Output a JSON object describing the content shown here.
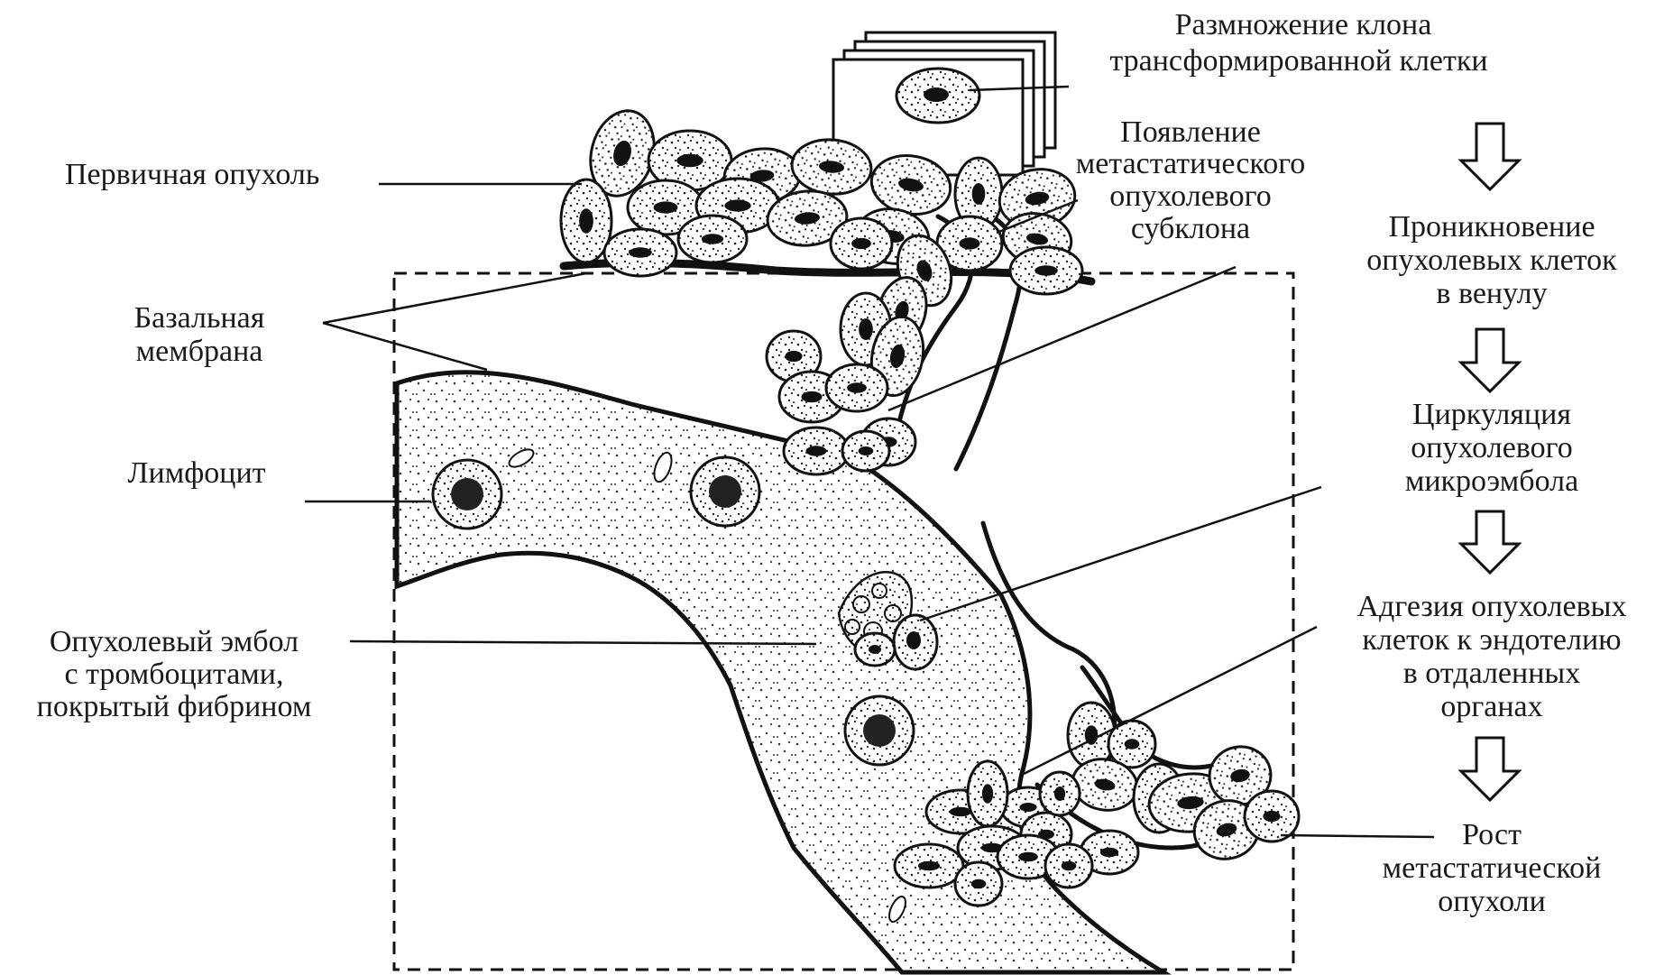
{
  "labels": {
    "clone_line1": "Размножение клона",
    "clone_line2": "трансформированной клетки",
    "primary_tumor": "Первичная опухоль",
    "subclone_line1": "Появление",
    "subclone_line2": "метастатического",
    "subclone_line3": "опухолевого",
    "subclone_line4": "субклона",
    "basement_line1": "Базальная",
    "basement_line2": "мембрана",
    "lymphocyte": "Лимфоцит",
    "embolus_line1": "Опухолевый эмбол",
    "embolus_line2": "с тромбоцитами,",
    "embolus_line3": "покрытый фибрином"
  },
  "stages": [
    {
      "lines": [
        "Проникновение",
        "опухолевых клеток",
        "в венулу"
      ]
    },
    {
      "lines": [
        "Циркуляция",
        "опухолевого",
        "микроэмбола"
      ]
    },
    {
      "lines": [
        "Адгезия опухолевых",
        "клеток к эндотелию",
        "в отдаленных",
        "органах"
      ]
    },
    {
      "lines": [
        "Рост",
        "метастатической",
        "опухоли"
      ]
    }
  ],
  "icons": {
    "stage_arrow": "down-arrow-outline-icon",
    "cell": "stippled-tumor-cell-icon"
  },
  "colors": {
    "ink": "#111111",
    "paper": "#ffffff"
  }
}
